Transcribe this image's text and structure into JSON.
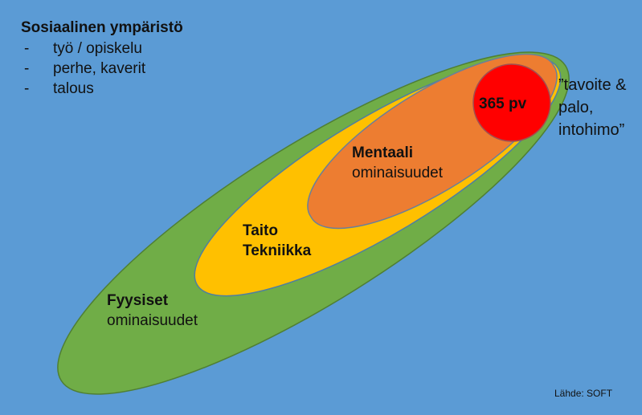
{
  "social": {
    "title": "Sosiaalinen ympäristö",
    "items": [
      "työ / opiskelu",
      "perhe, kaverit",
      "talous"
    ],
    "bullet": "-"
  },
  "layers": {
    "physical": {
      "title": "Fyysiset",
      "subtitle": "ominaisuudet",
      "color": "#70ad47"
    },
    "skill": {
      "title": "Taito",
      "subtitle": "Tekniikka",
      "color": "#ffc000"
    },
    "mental": {
      "title": "Mentaali",
      "subtitle": "ominaisuudet",
      "color": "#ed7d31"
    },
    "core": {
      "title": "365 pv",
      "color": "#ff0000"
    }
  },
  "quote": [
    "”tavoite &",
    "palo,",
    "intohimo”"
  ],
  "source": "Lähde: SOFT"
}
